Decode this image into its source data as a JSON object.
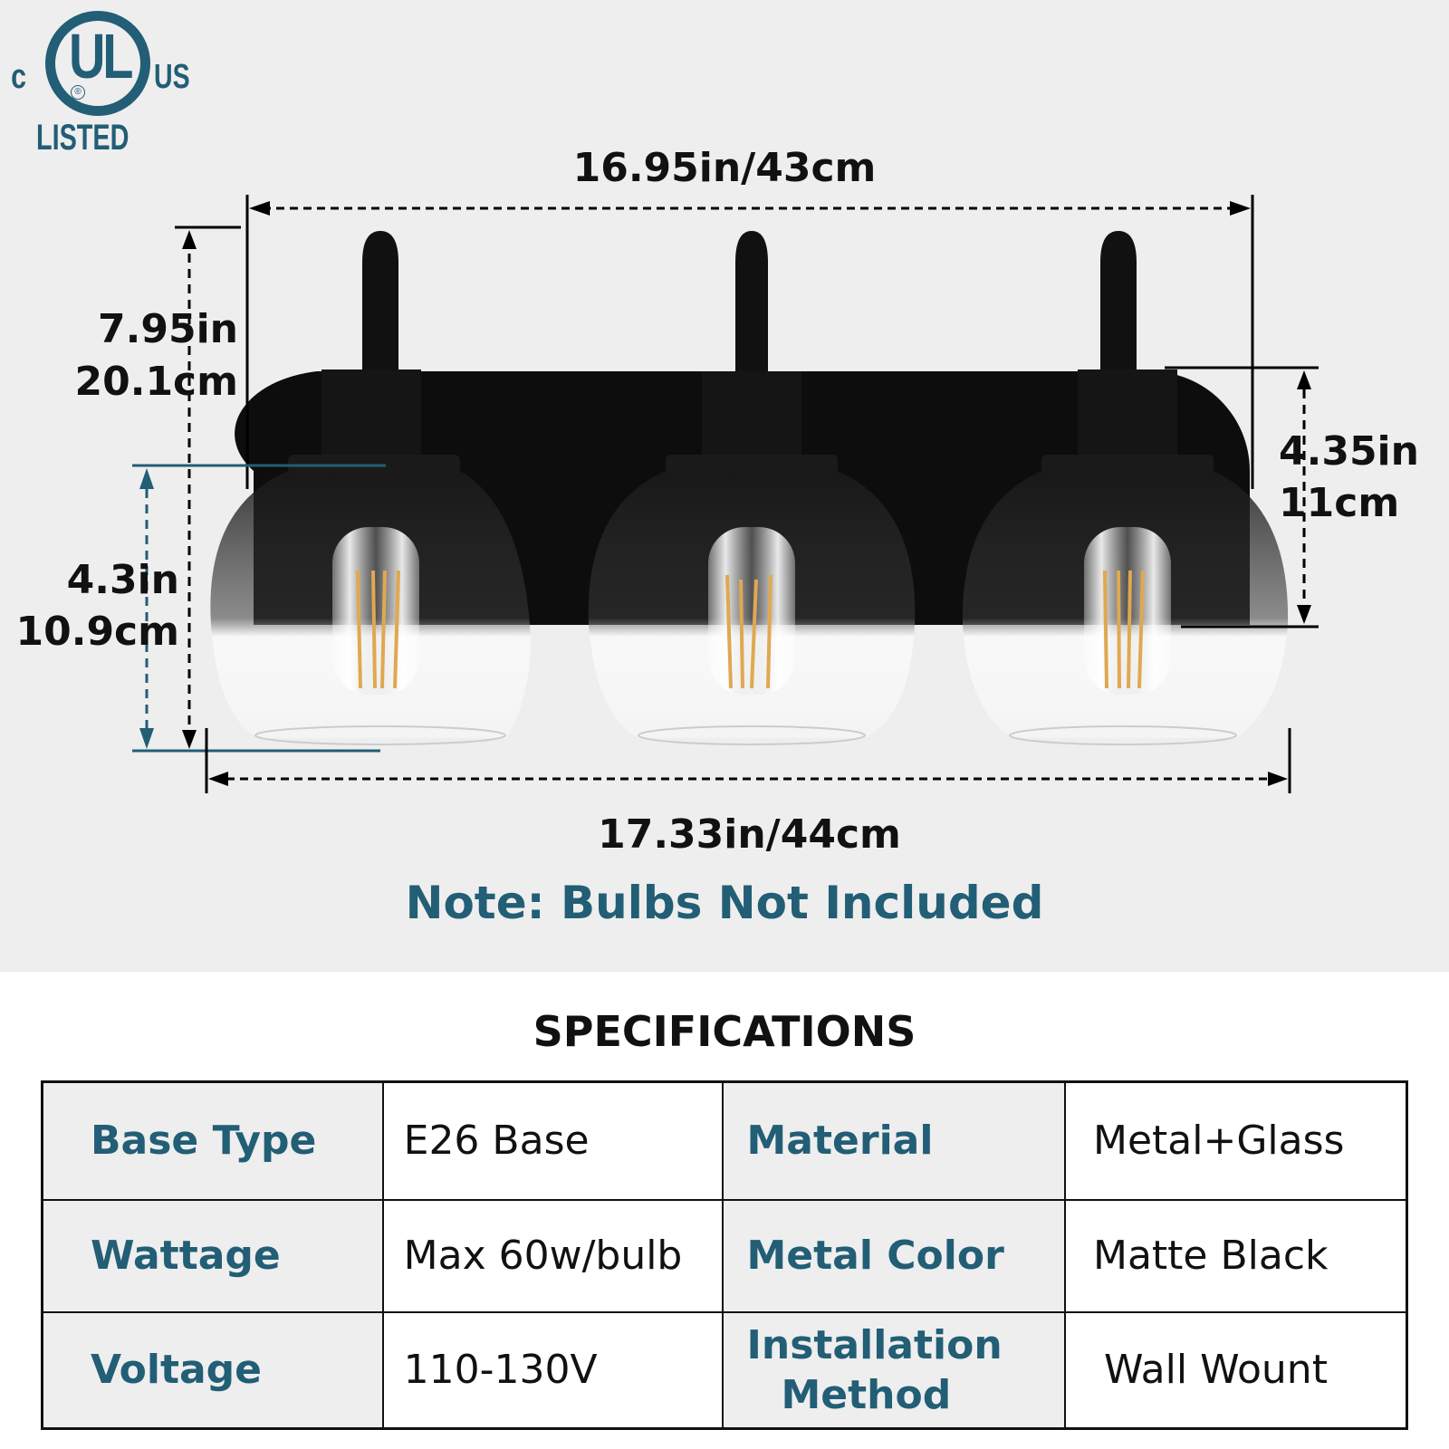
{
  "certification": {
    "logo_main": "UL",
    "logo_prefix": "c",
    "logo_suffix": "US",
    "logo_registered": "®",
    "logo_label": "LISTED",
    "color": "#225e75"
  },
  "dimensions": {
    "backplate_width": "16.95in/43cm",
    "overall_height_in": "7.95in",
    "overall_height_cm": "20.1cm",
    "shade_height_in": "4.3in",
    "shade_height_cm": "10.9cm",
    "extension_in": "4.35in",
    "extension_cm": "11cm",
    "overall_width": "17.33in/44cm"
  },
  "note": "Note: Bulbs Not Included",
  "product": {
    "lamp_count": 3,
    "finish_color": "#0d0d0d",
    "filament_color": "#e0a850"
  },
  "specifications": {
    "title": "SPECIFICATIONS",
    "rows": [
      {
        "label_left": "Base Type",
        "value_left": "E26 Base",
        "label_right": "Material",
        "value_right": "Metal+Glass"
      },
      {
        "label_left": "Wattage",
        "value_left": "Max 60w/bulb",
        "label_right": "Metal Color",
        "value_right": "Matte Black"
      },
      {
        "label_left": "Voltage",
        "value_left": "110-130V",
        "label_right_line1": "Installation",
        "label_right_line2": "Method",
        "value_right": "Wall Wount"
      }
    ],
    "label_color": "#225e75",
    "label_bg": "#eeeeee"
  }
}
